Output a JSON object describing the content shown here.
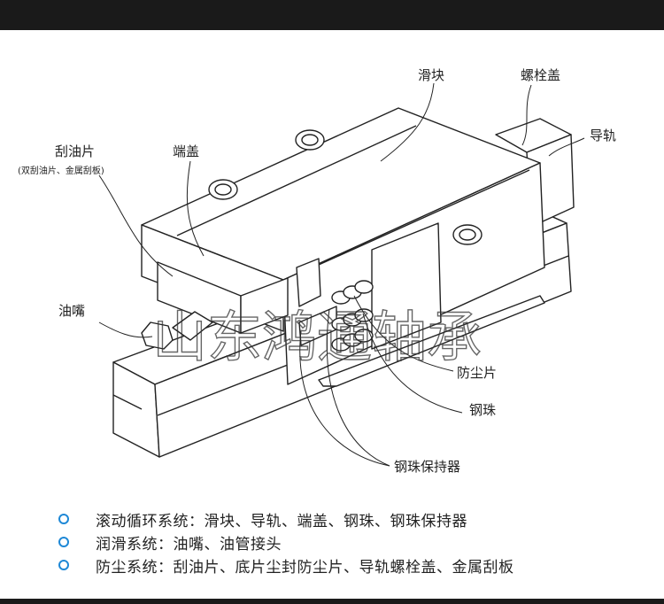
{
  "labels": {
    "slider": "滑块",
    "bolt_cap": "螺栓盖",
    "rail": "导轨",
    "end_cap": "端盖",
    "scraper": "刮油片",
    "scraper_note": "(双刮油片、金属刮板)",
    "grease_nipple": "油嘴",
    "dust_seal": "防尘片",
    "steel_ball": "钢珠",
    "ball_retainer": "钢珠保持器"
  },
  "watermark": "山东鸿通轴承",
  "legend": [
    {
      "text": "滚动循环系统：滑块、导轨、端盖、钢珠、钢珠保持器"
    },
    {
      "text": "润滑系统：油嘴、油管接头"
    },
    {
      "text": "防尘系统：刮油片、底片尘封防尘片、导轨螺栓盖、金属刮板"
    }
  ],
  "colors": {
    "bullet": "#1e88d6",
    "bar": "#1a1a1a"
  }
}
